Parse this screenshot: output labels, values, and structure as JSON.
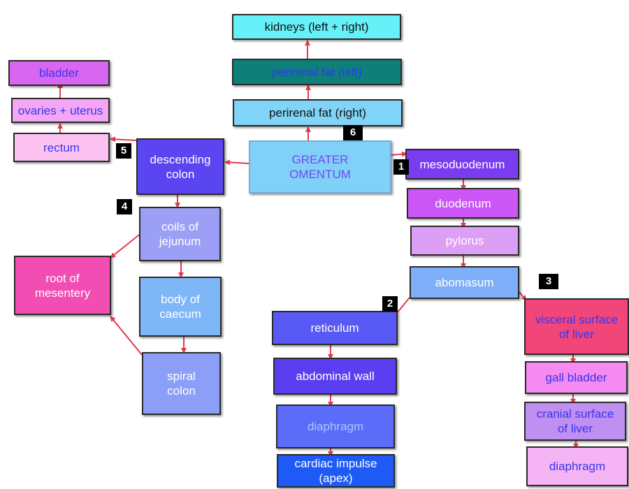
{
  "nodes": {
    "kidneys": "kidneys (left + right)",
    "perirenal_left": "perirenal fat (left)",
    "perirenal_right": "perirenal fat (right)",
    "greater_omentum": "GREATER\nOMENTUM",
    "bladder": "bladder",
    "ovaries_uterus": "ovaries + uterus",
    "rectum": "rectum",
    "descending_colon": "descending\ncolon",
    "coils_jejunum": "coils of\njejunum",
    "root_mesentery": "root of\nmesentery",
    "body_caecum": "body of\ncaecum",
    "spiral_colon": "spiral\ncolon",
    "mesoduodenum": "mesoduodenum",
    "duodenum": "duodenum",
    "pylorus": "pylorus",
    "abomasum": "abomasum",
    "reticulum": "reticulum",
    "abdominal_wall": "abdominal wall",
    "diaphragm_left": "diaphragm",
    "cardiac_impulse": "cardiac impulse\n(apex)",
    "visceral_liver": "visceral surface\nof liver",
    "gall_bladder": "gall bladder",
    "cranial_liver": "cranial surface\nof liver",
    "diaphragm_right": "diaphragm"
  },
  "badges": {
    "b1": "1",
    "b2": "2",
    "b3": "3",
    "b4": "4",
    "b5": "5",
    "b6": "6"
  },
  "colors": {
    "arrow": "#e03a4a",
    "kidneys": "#66f0f8",
    "perirenal_left": "#0f7f7a",
    "perirenal_right": "#7fd4f8",
    "greater_omentum": "#7fd1f8",
    "bladder": "#d966f0",
    "ovaries_uterus": "#f3a6f3",
    "rectum": "#fcc3f2",
    "descending_colon": "#5a45f0",
    "coils_jejunum": "#9c9ff6",
    "root_mesentery": "#f24db2",
    "body_caecum": "#7fb6f8",
    "spiral_colon": "#8c9ff8",
    "mesoduodenum": "#7a3cf0",
    "duodenum": "#cc55f5",
    "pylorus": "#dd9ff5",
    "abomasum": "#7faff8",
    "reticulum": "#5959f5",
    "abdominal_wall": "#5a3ff0",
    "diaphragm_left": "#5a6cf8",
    "cardiac_impulse": "#1e5af5",
    "visceral_liver": "#f2457a",
    "gall_bladder": "#f48af2",
    "cranial_liver": "#bf8ff2",
    "diaphragm_right": "#f5b5f5"
  }
}
